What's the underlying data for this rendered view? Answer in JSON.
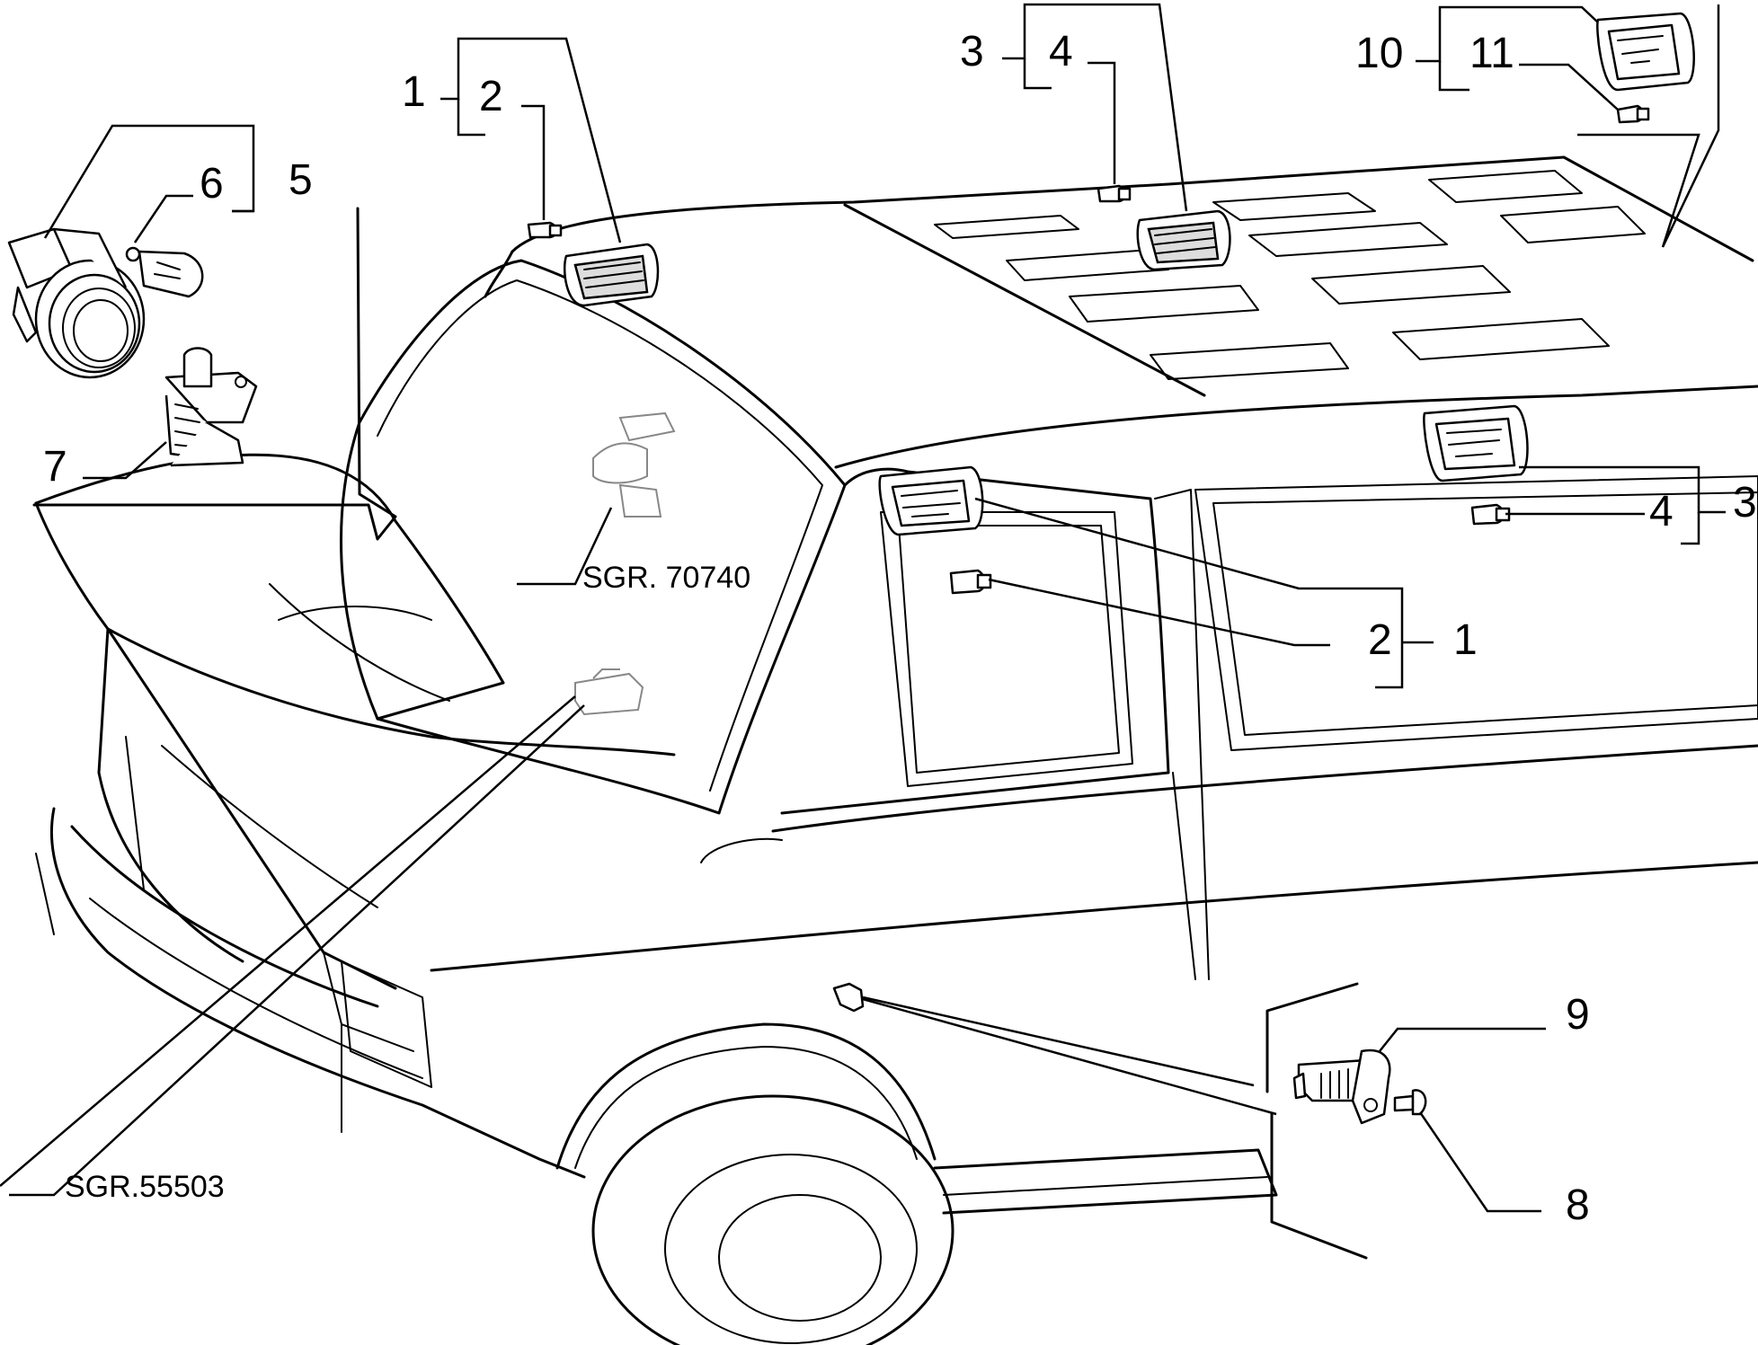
{
  "callouts": {
    "c1_top": "1",
    "c2_top": "2",
    "c3_top": "3",
    "c4_top": "4",
    "c5": "5",
    "c6": "6",
    "c7": "7",
    "c10": "10",
    "c11": "11",
    "c4_right": "4",
    "c3_right": "3",
    "c2_mid": "2",
    "c1_mid": "1",
    "c9": "9",
    "c8": "8"
  },
  "references": {
    "sgr_70740": "SGR. 70740",
    "sgr_55503": "SGR.55503"
  }
}
